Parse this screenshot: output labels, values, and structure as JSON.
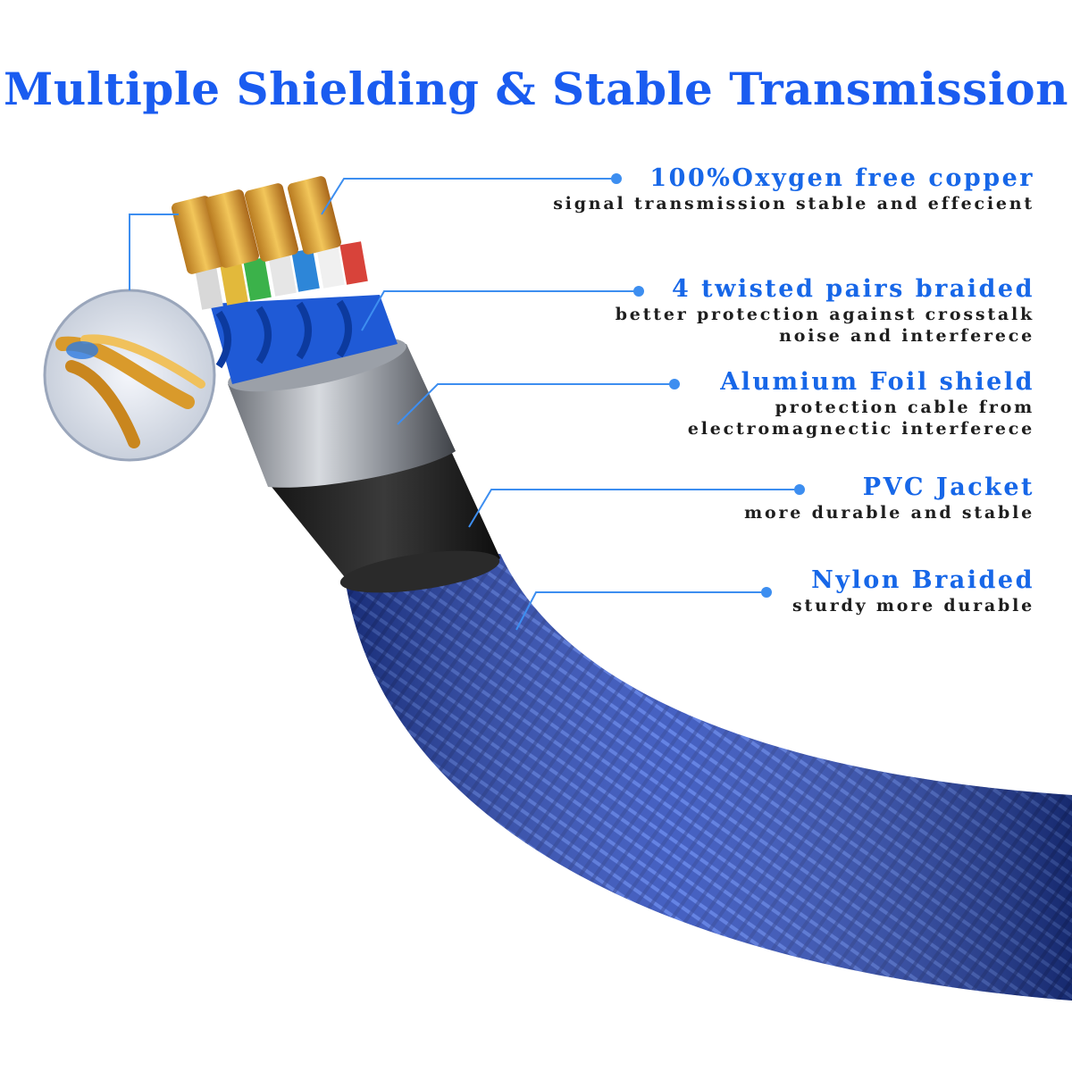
{
  "title": "Multiple Shielding & Stable Transmission",
  "accent_color": "#1a5cf0",
  "features": [
    {
      "head": "100%Oxygen free copper",
      "sub": [
        "signal transmission stable and effecient"
      ]
    },
    {
      "head": "4 twisted pairs braided",
      "sub": [
        "better protection against crosstalk",
        "noise and interferece"
      ]
    },
    {
      "head": "Alumium Foil shield",
      "sub": [
        "protection cable from",
        "electromagnectic interferece"
      ]
    },
    {
      "head": "PVC Jacket",
      "sub": [
        "more durable and stable"
      ]
    },
    {
      "head": "Nylon Braided",
      "sub": [
        "sturdy more durable"
      ]
    }
  ],
  "illustration": {
    "subject": "cable-cross-section-icon",
    "inset": "copper-strands-icon"
  }
}
